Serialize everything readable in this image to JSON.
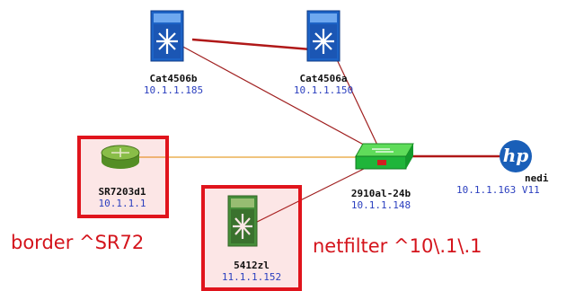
{
  "devices": {
    "cat4506b": {
      "name": "Cat4506b",
      "ip": "10.1.1.185"
    },
    "cat4506a": {
      "name": "Cat4506a",
      "ip": "10.1.1.150"
    },
    "sr7203d1": {
      "name": "SR7203d1",
      "ip": "10.1.1.1"
    },
    "hp2910": {
      "name": "2910al-24b",
      "ip": "10.1.1.148"
    },
    "nedi": {
      "name": "nedi",
      "ip": "10.1.1.163 V11"
    },
    "sw5412": {
      "name": "5412zl",
      "ip": "11.1.1.152"
    }
  },
  "annotations": {
    "border_filter": "border ^SR72",
    "net_filter": "netfilter ^10\\.1\\.1"
  },
  "logos": {
    "hp": "hp"
  },
  "colors": {
    "link_red": "#b01818",
    "link_orange": "#e8a030",
    "highlight": "#e0141c",
    "ip_text": "#2b3fbf"
  }
}
